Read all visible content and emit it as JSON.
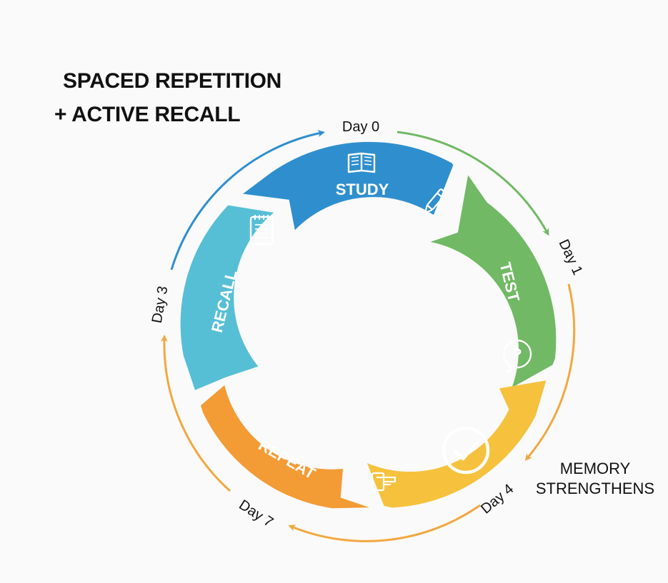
{
  "title": {
    "line1": "SPACED REPETITION",
    "line2": "+ ACTIVE RECALL"
  },
  "stages": [
    {
      "label": "STUDY",
      "color": "#2f8fce",
      "icon": "book-icon",
      "accent_icon": "pen-icon"
    },
    {
      "label": "TEST",
      "color": "#71b964",
      "icon": "question-bubble-icon"
    },
    {
      "label": "",
      "color": "#f6c23e",
      "icon": "checkmark-circle-icon"
    },
    {
      "label": "REPEAT",
      "color": "#f39b35",
      "icon": "hand-pointer-icon"
    },
    {
      "label": "RECALL",
      "color": "#56bfd6",
      "icon": "notepad-icon"
    }
  ],
  "days": [
    "Day 0",
    "Day 1",
    "Day 4",
    "Day 7",
    "Day 3"
  ],
  "arc_colors": {
    "blue": "#2f8fce",
    "green": "#71b964",
    "orange": "#f3a740"
  },
  "note": {
    "line1": "MEMORY",
    "line2": "STRENGTHENS"
  }
}
